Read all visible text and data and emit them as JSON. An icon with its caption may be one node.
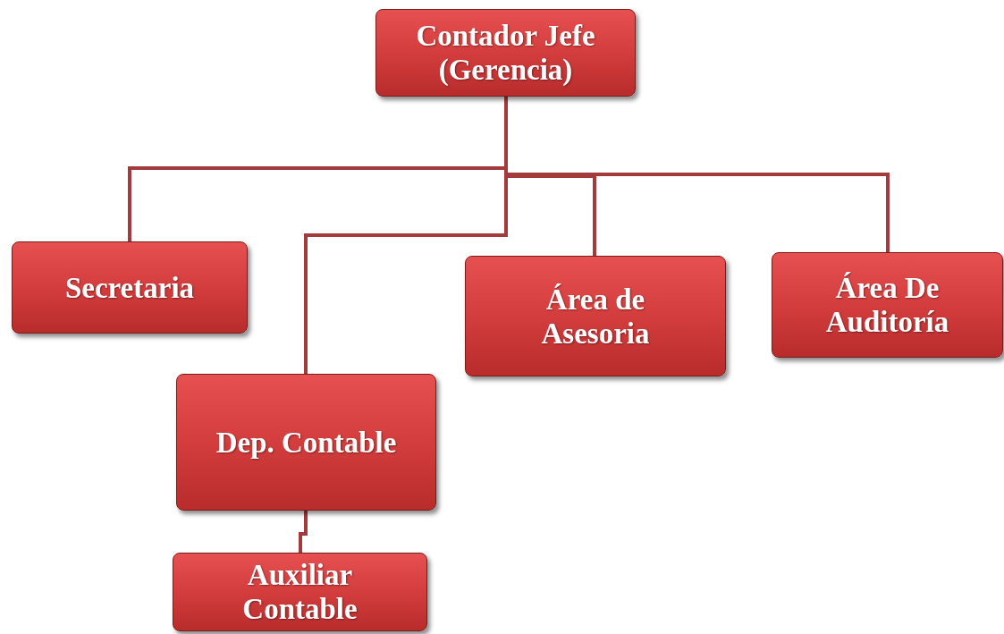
{
  "diagram": {
    "nodes": [
      {
        "text": [
          "Contador Jefe (Gerencia)"
        ]
      },
      {
        "text": [
          "Secretaria"
        ]
      },
      {
        "text": [
          "Área de Asesoria"
        ]
      },
      {
        "text": [
          "Área De Auditoría"
        ]
      },
      {
        "text": [
          "Dep. Contable"
        ]
      },
      {
        "text": [
          "Auxiliar Contable"
        ]
      }
    ],
    "edges": [
      {
        "from": 0,
        "to": 1,
        "arrow": "none"
      },
      {
        "from": 0,
        "to": 4,
        "arrow": "none"
      },
      {
        "from": 0,
        "to": 2,
        "arrow": "none"
      },
      {
        "from": 0,
        "to": 3,
        "arrow": "none"
      },
      {
        "from": 4,
        "to": 5,
        "arrow": "none"
      }
    ]
  }
}
